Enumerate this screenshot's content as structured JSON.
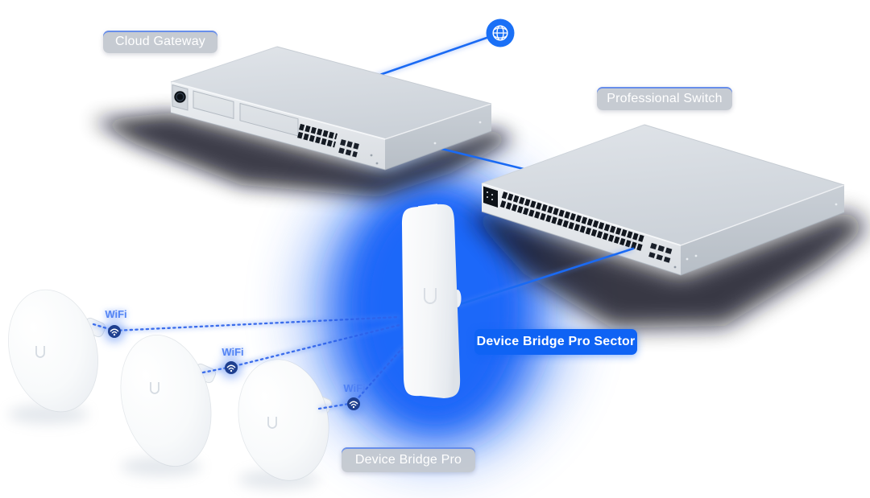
{
  "diagram": {
    "title_labels": {
      "cloud_gateway": "Cloud Gateway",
      "professional_switch": "Professional Switch",
      "device_bridge_pro_sector": "Device Bridge Pro Sector",
      "device_bridge_pro": "Device Bridge Pro"
    },
    "wifi_links": [
      {
        "label": "WiFi"
      },
      {
        "label": "WiFi"
      },
      {
        "label": "WiFi"
      }
    ],
    "icons": {
      "internet": "globe-icon",
      "wireless": "wifi-icon"
    },
    "colors": {
      "accent_blue": "#0f63f4",
      "glow_blue": "#1f67f9",
      "link_blue": "#1a6af3",
      "dashed_link_blue": "#2d62e9",
      "label_gray": "#c2c7cf",
      "wifi_text_blue": "#4d80f3",
      "wifi_badge_navy": "#1e3f8f",
      "device_gray": "#d6dae0"
    }
  }
}
